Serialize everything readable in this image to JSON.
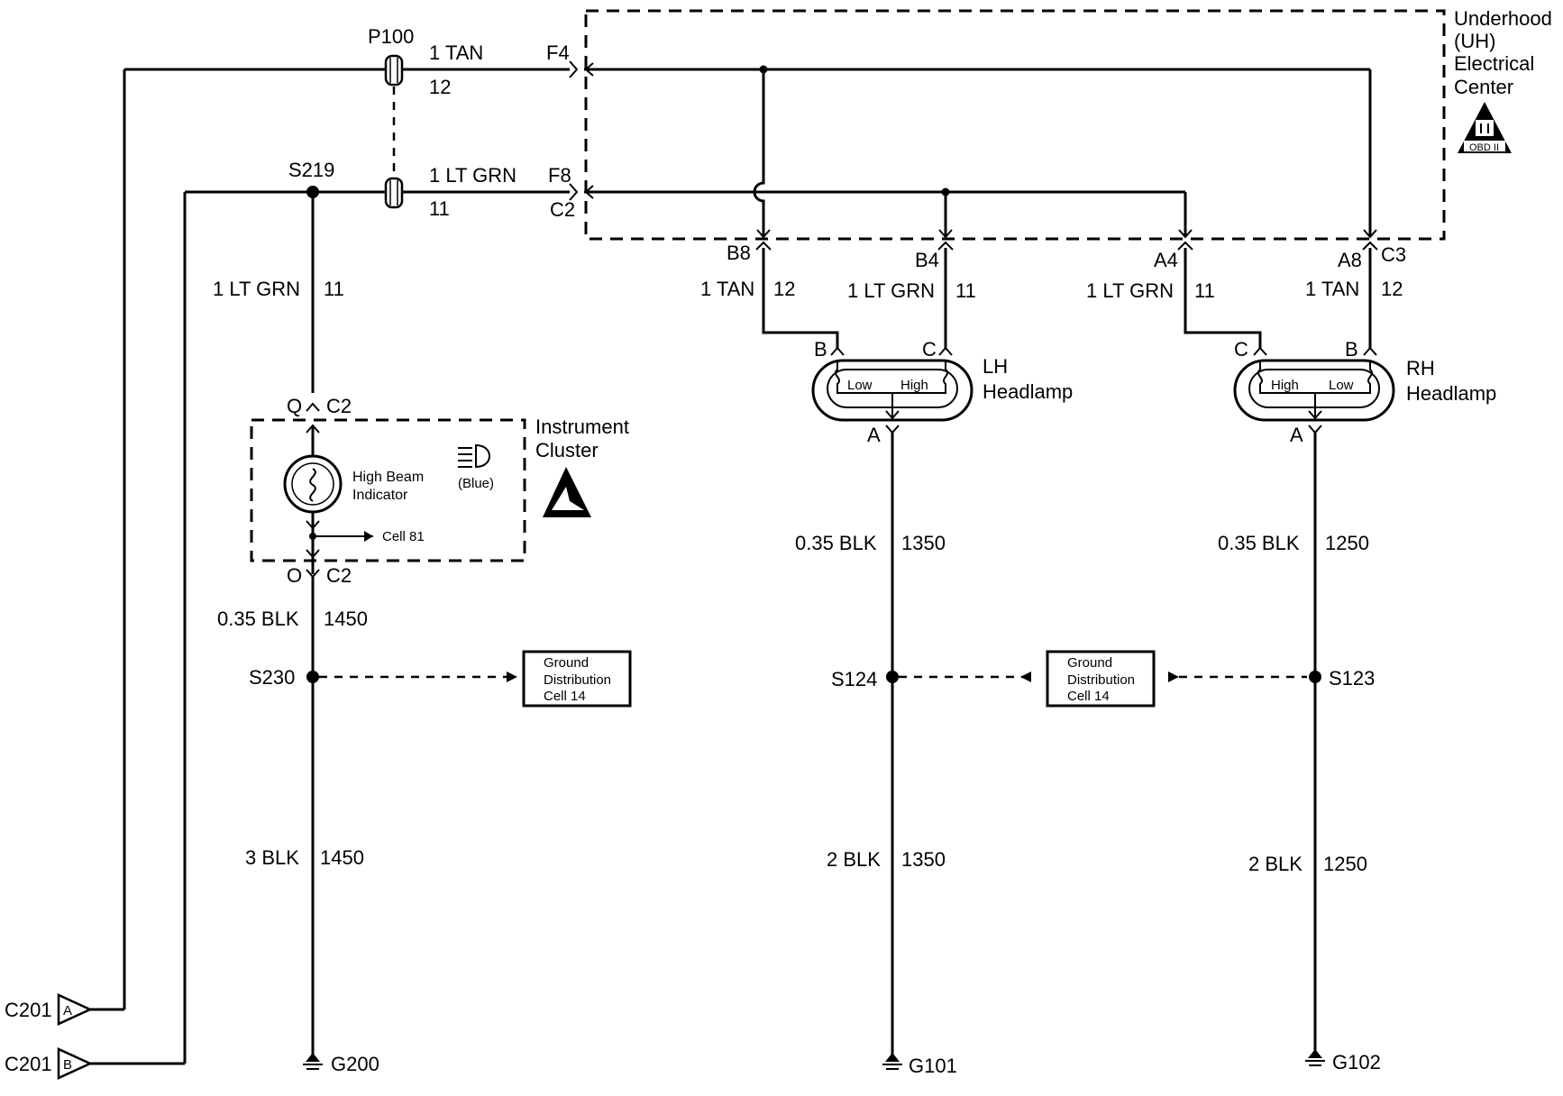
{
  "uh_center": {
    "line1": "Underhood",
    "line2": "(UH)",
    "line3": "Electrical",
    "line4": "Center",
    "badge": "OBD II"
  },
  "splice_pack": "P100",
  "wires": {
    "tan_top_color": "1 TAN",
    "tan_top_circuit": "12",
    "grn_top_color": "1 LT GRN",
    "grn_top_circuit": "11",
    "s219_drop_color": "1 LT GRN",
    "s219_drop_circuit": "11",
    "b8_color": "1 TAN",
    "b8_circuit": "12",
    "b4_color": "1 LT GRN",
    "b4_circuit": "11",
    "a4_color": "1 LT GRN",
    "a4_circuit": "11",
    "a8_color": "1 TAN",
    "a8_circuit": "12",
    "cluster_out_color": "0.35 BLK",
    "cluster_out_circuit": "1450",
    "cluster_gnd_color": "3 BLK",
    "cluster_gnd_circuit": "1450",
    "lh_out_color": "0.35 BLK",
    "lh_out_circuit": "1350",
    "lh_gnd_color": "2 BLK",
    "lh_gnd_circuit": "1350",
    "rh_out_color": "0.35 BLK",
    "rh_out_circuit": "1250",
    "rh_gnd_color": "2 BLK",
    "rh_gnd_circuit": "1250"
  },
  "terminals": {
    "f4": "F4",
    "f8": "F8",
    "c2_uh": "C2",
    "b8": "B8",
    "b4": "B4",
    "a4": "A4",
    "a8": "A8",
    "c3": "C3",
    "lh_b": "B",
    "lh_c": "C",
    "lh_a": "A",
    "rh_c": "C",
    "rh_b": "B",
    "rh_a": "A",
    "q": "Q",
    "q_conn": "C2",
    "o": "O",
    "o_conn": "C2"
  },
  "splices": {
    "s219": "S219",
    "s230": "S230",
    "s124": "S124",
    "s123": "S123"
  },
  "grounds": {
    "g200": "G200",
    "g101": "G101",
    "g102": "G102"
  },
  "lh_headlamp": {
    "line1": "LH",
    "line2": "Headlamp",
    "low": "Low",
    "high": "High"
  },
  "rh_headlamp": {
    "line1": "RH",
    "line2": "Headlamp",
    "low": "Low",
    "high": "High"
  },
  "instrument_cluster": {
    "line1": "Instrument",
    "line2": "Cluster",
    "indicator_line1": "High Beam",
    "indicator_line2": "Indicator",
    "indicator_color": "(Blue)",
    "cell_ref": "Cell 81"
  },
  "ground_distribution_left": {
    "line1": "Ground",
    "line2": "Distribution",
    "line3": "Cell 14"
  },
  "ground_distribution_right": {
    "line1": "Ground",
    "line2": "Distribution",
    "line3": "Cell 14"
  },
  "connectors": {
    "c201_a": "C201",
    "c201_a_pin": "A",
    "c201_b": "C201",
    "c201_b_pin": "B"
  }
}
